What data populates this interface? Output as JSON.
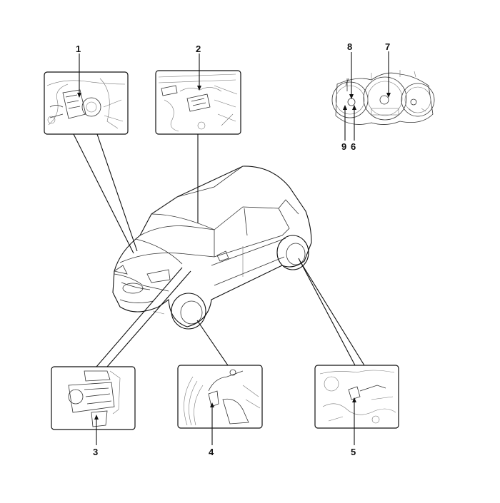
{
  "callouts": [
    {
      "id": "c1",
      "number": "1"
    },
    {
      "id": "c2",
      "number": "2"
    },
    {
      "id": "c3",
      "number": "3"
    },
    {
      "id": "c4",
      "number": "4"
    },
    {
      "id": "c5",
      "number": "5"
    },
    {
      "id": "c6",
      "number": "6"
    },
    {
      "id": "c7",
      "number": "7"
    },
    {
      "id": "c8",
      "number": "8"
    },
    {
      "id": "c9",
      "number": "9"
    }
  ]
}
